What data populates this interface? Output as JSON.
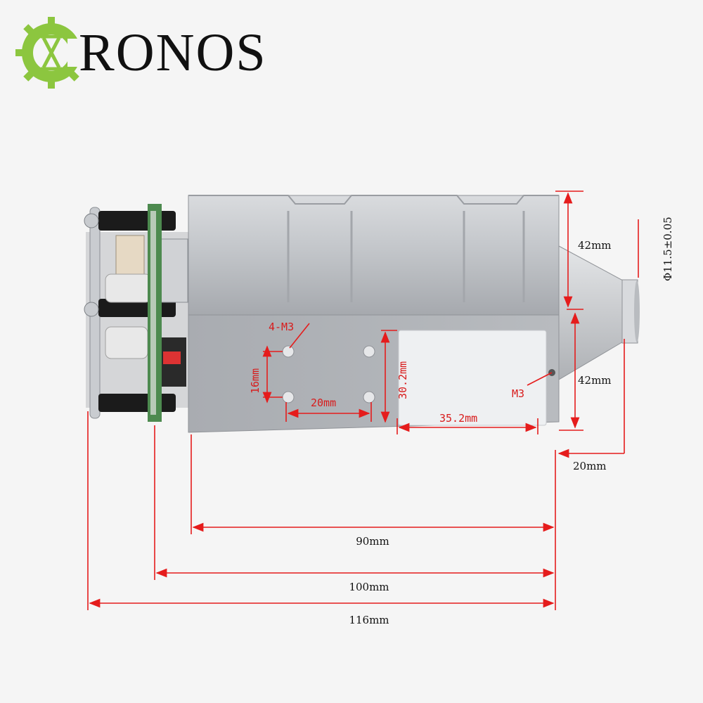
{
  "brand": {
    "name": "RONOS",
    "accent_color": "#8cc63f"
  },
  "colors": {
    "dimension_red": "#e51c1c",
    "body_silver": "#b9bcc1",
    "background": "#f5f5f5"
  },
  "dimensions": {
    "len_90": "90mm",
    "len_100": "100mm",
    "len_116": "116mm",
    "h_top_42": "42mm",
    "h_bottom_42": "42mm",
    "nozzle_20": "20mm",
    "nozzle_diameter": "Φ11.5±0.05",
    "holes_label": "4-M3",
    "hole_spacing_v": "16mm",
    "hole_spacing_h": "20mm",
    "plate_height": "30.2mm",
    "plate_width": "35.2mm",
    "side_hole": "M3"
  }
}
